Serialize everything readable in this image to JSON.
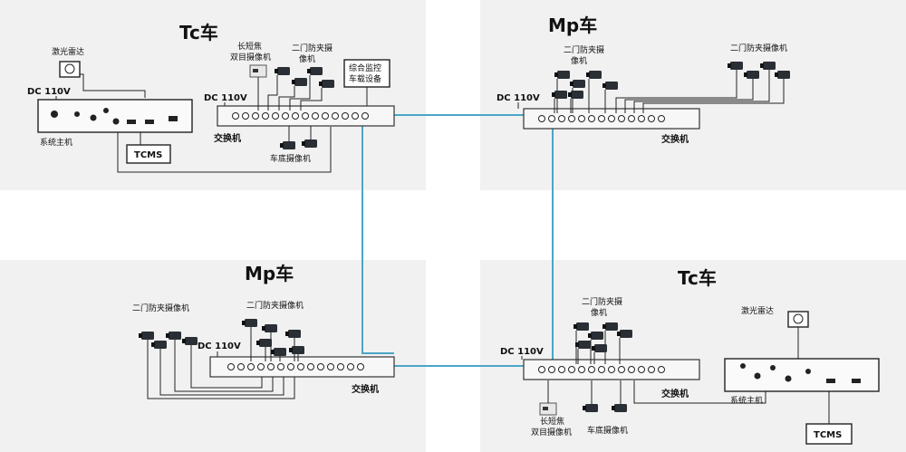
{
  "panels": {
    "tc_top": {
      "title": "Tc车"
    },
    "mp_top": {
      "title": "Mp车"
    },
    "mp_bottom": {
      "title": "Mp车"
    },
    "tc_bottom": {
      "title": "Tc车"
    }
  },
  "labels": {
    "lidar": "激光雷达",
    "dc110v": "DC 110V",
    "host": "系统主机",
    "tcms": "TCMS",
    "switch": "交换机",
    "dual_cam": "长短焦\n双目摄像机",
    "door_cam": "二门防夹摄\n像机",
    "door_cam_single": "二门防夹摄像机",
    "underbody_cam": "车底摄像机",
    "monitor": "综合监控\n车载设备"
  },
  "colors": {
    "link": "#4aa6c8",
    "panel": "#f1f1f1",
    "device": "#2a2f36"
  }
}
